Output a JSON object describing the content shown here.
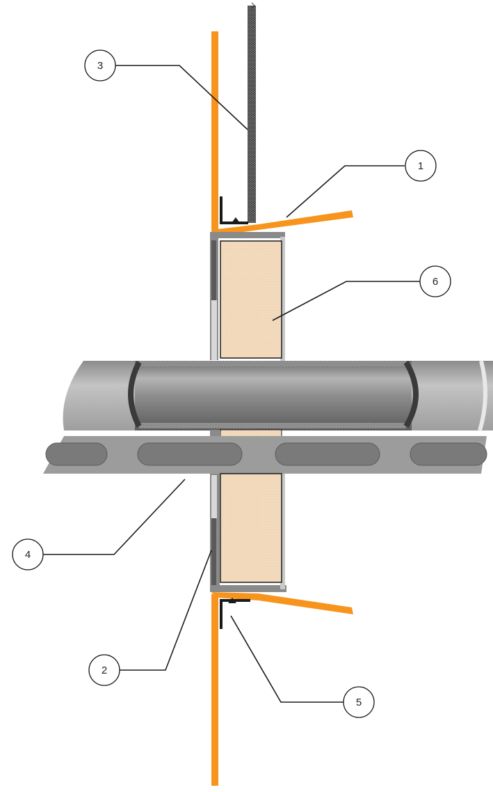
{
  "callouts": {
    "c1": {
      "label": "1"
    },
    "c2": {
      "label": "2"
    },
    "c3": {
      "label": "3"
    },
    "c4": {
      "label": "4"
    },
    "c5": {
      "label": "5"
    },
    "c6": {
      "label": "6"
    }
  },
  "colors": {
    "membrane": "#F7941D",
    "sleeve": "#8A8A8A",
    "sleeve_dark": "#5A5A5A",
    "insulation": "#F5DEC2",
    "pipe": "#9A9A9A",
    "tray": "#9C9C9C",
    "slot": "#7A7A7A",
    "bracket": "#1A1A1A",
    "leader": "#1A1A1A"
  }
}
